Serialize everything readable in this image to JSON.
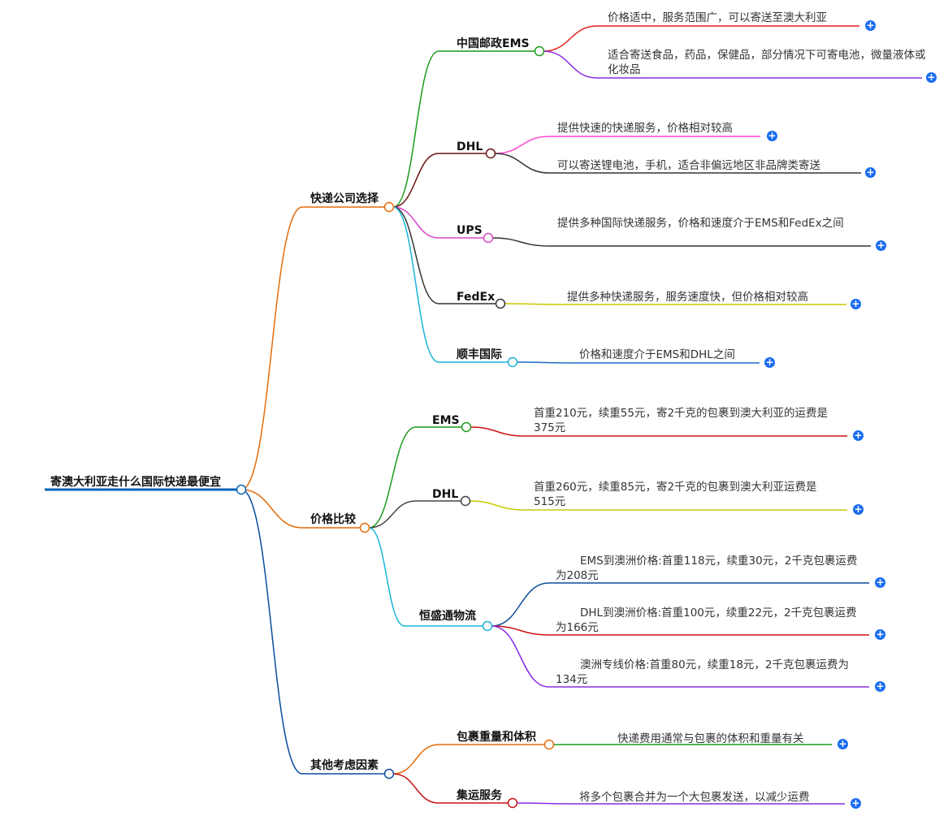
{
  "root": "寄澳大利亚走什么国际快递最便宜",
  "branches": [
    {
      "id": "b1",
      "label": "快递公司选择",
      "subs": [
        {
          "id": "s11",
          "label": "中国邮政EMS",
          "leaves": [
            "价格适中，服务范围广，可以寄送至澳大利亚",
            "适合寄送食品，药品，保健品，部分情况下可寄电池，微量液体或化妆品"
          ]
        },
        {
          "id": "s12",
          "label": "DHL",
          "leaves": [
            "提供快速的快递服务，价格相对较高",
            "可以寄送锂电池，手机，适合非偏远地区非品牌类寄送"
          ]
        },
        {
          "id": "s13",
          "label": "UPS",
          "leaves": [
            "提供多种国际快递服务，价格和速度介于EMS和FedEx之间"
          ]
        },
        {
          "id": "s14",
          "label": "FedEx",
          "leaves": [
            "提供多种快递服务，服务速度快，但价格相对较高"
          ]
        },
        {
          "id": "s15",
          "label": "顺丰国际",
          "leaves": [
            "价格和速度介于EMS和DHL之间"
          ]
        }
      ]
    },
    {
      "id": "b2",
      "label": "价格比较",
      "subs": [
        {
          "id": "s21",
          "label": "EMS",
          "leaves": [
            "首重210元，续重55元，寄2千克的包裹到澳大利亚的运费是375元"
          ]
        },
        {
          "id": "s22",
          "label": "DHL",
          "leaves": [
            "首重260元，续重85元，寄2千克的包裹到澳大利亚运费是515元"
          ]
        },
        {
          "id": "s23",
          "label": "恒盛通物流",
          "leaves": [
            "EMS到澳洲价格:首重118元，续重30元，2千克包裹运费为208元",
            "DHL到澳洲价格:首重100元，续重22元，2千克包裹运费为166元",
            "澳洲专线价格:首重80元，续重18元，2千克包裹运费为134元"
          ]
        }
      ]
    },
    {
      "id": "b3",
      "label": "其他考虑因素",
      "subs": [
        {
          "id": "s31",
          "label": "包裹重量和体积",
          "leaves": [
            "快递费用通常与包裹的体积和重量有关"
          ]
        },
        {
          "id": "s32",
          "label": "集运服务",
          "leaves": [
            "将多个包裹合并为一个大包裹发送，以减少运费"
          ]
        }
      ]
    }
  ],
  "colors": {
    "root_line": "#0a62b8",
    "b1": "#e36c09",
    "b2": "#e36c09",
    "b3": "#0a4d9c",
    "s11": "#1a9c1a",
    "s12": "#6b1010",
    "s13": "#d946c8",
    "s14": "#333333",
    "s15": "#1ab3d9",
    "s21": "#1a9c1a",
    "s22": "#444444",
    "s23": "#1ab3d9",
    "s31": "#e36c09",
    "s32": "#cc1111",
    "leaves": [
      "#e11d1d",
      "#8a2be2",
      "#ff44cc",
      "#333333",
      "#333333",
      "#c8c800",
      "#1a6fc7",
      "#cc1111",
      "#c8c800",
      "#0a4d9c",
      "#cc1111",
      "#8a2be2",
      "#1a9c1a",
      "#8a2be2"
    ]
  }
}
